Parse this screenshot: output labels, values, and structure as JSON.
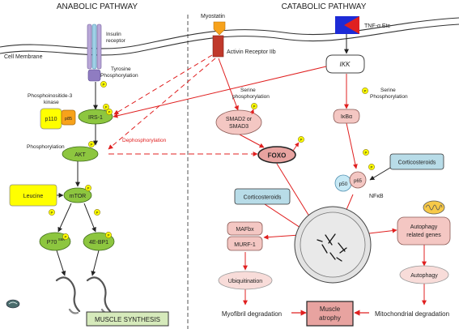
{
  "headings": {
    "anabolic": "ANABOLIC PATHWAY",
    "catabolic": "CATABOLIC  PATHWAY"
  },
  "membrane_label": "Cell Membrane",
  "receptors": {
    "insulin": [
      "Insulin",
      "receptor"
    ],
    "activin": "Activin Receptor IIb",
    "myostatin": "Myostatin",
    "tnf": "TNF-α Etc"
  },
  "annotations": {
    "tyrosine": [
      "Tyrosine",
      "Phosphorylation"
    ],
    "pi3k": [
      "Phosphoinositide-3",
      "kinase"
    ],
    "serine_left": [
      "Serine",
      "phosphorylation"
    ],
    "serine_right": [
      "Serine",
      "Phosphorylation"
    ],
    "phosphorylation": "Phosphorylation",
    "dephosphorylation": "Dephosphorylation"
  },
  "nodes": {
    "ikk": "IKK",
    "irs1": "IRS-1",
    "p110": "p110",
    "p85": "p85",
    "akt": "AKT",
    "leucine": "Leucine",
    "mtor": "mTOR",
    "p70_main": "P70",
    "p70_sup": "S6K",
    "ebp1": "4E-BP1",
    "smad": [
      "SMAD2 or",
      "SMAD3"
    ],
    "foxo": "FOXO",
    "ikba": "IκBα",
    "cortico_right": "Corticosteroids",
    "cortico_left": "Corticosteroids",
    "p50": "p50",
    "p65": "p65",
    "nfkb": "NFκB",
    "mafbx": "MAFbx",
    "murf1": "MURF-1",
    "autophagy_genes": [
      "Autophagy",
      "related genes"
    ],
    "ubiquitination": "Ubiquitination",
    "autophagy": "Autophagy",
    "myofibril": "Myofibril degradation",
    "atrophy": [
      "Muscle",
      "atrophy"
    ],
    "mito": "Mitochondrial degradation",
    "synthesis": "MUSCLE SYNTHESIS"
  },
  "phospho_mark": "P",
  "colors": {
    "green": "#8dc63f",
    "yellow": "#ffff00",
    "orange": "#f7a21b",
    "pink": "#f4c7c3",
    "pink_dark": "#e8a3a0",
    "blue_box": "#b8dce8",
    "red": "#e02020",
    "tnf_blue": "#1d2bd6"
  }
}
